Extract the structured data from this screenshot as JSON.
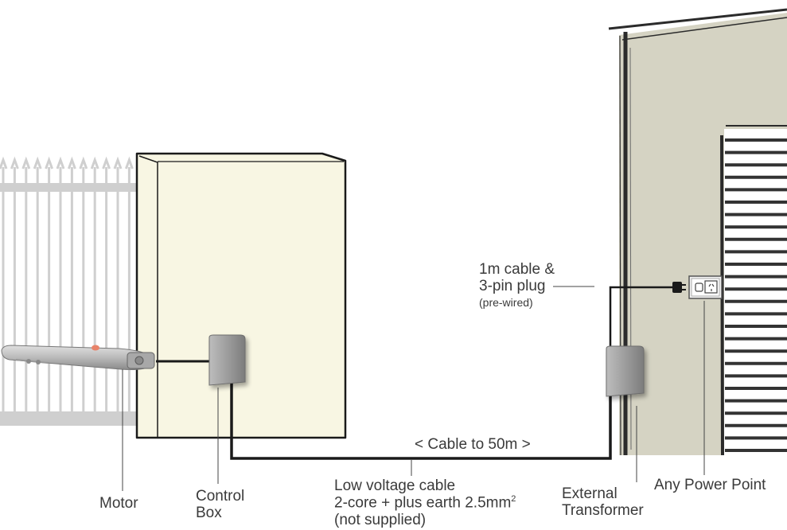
{
  "colors": {
    "wall": "#d5d3c3",
    "pillar": "#f8f6e3",
    "gate": "#cfcfcf",
    "device": "#9c9c9c",
    "line": "#1a1a1a",
    "accent": "#e8836a"
  },
  "labels": {
    "motor": "Motor",
    "control_box_1": "Control",
    "control_box_2": "Box",
    "cable_run": "< Cable to 50m >",
    "low_voltage_1": "Low voltage cable",
    "low_voltage_2": "2-core + plus earth 2.5mm",
    "low_voltage_sup": "2",
    "low_voltage_3": "(not supplied)",
    "plug_1": "1m cable &",
    "plug_2": "3-pin plug",
    "plug_3": "(pre-wired)",
    "transformer_1": "External",
    "transformer_2": "Transformer",
    "power_point": "Any Power Point"
  }
}
